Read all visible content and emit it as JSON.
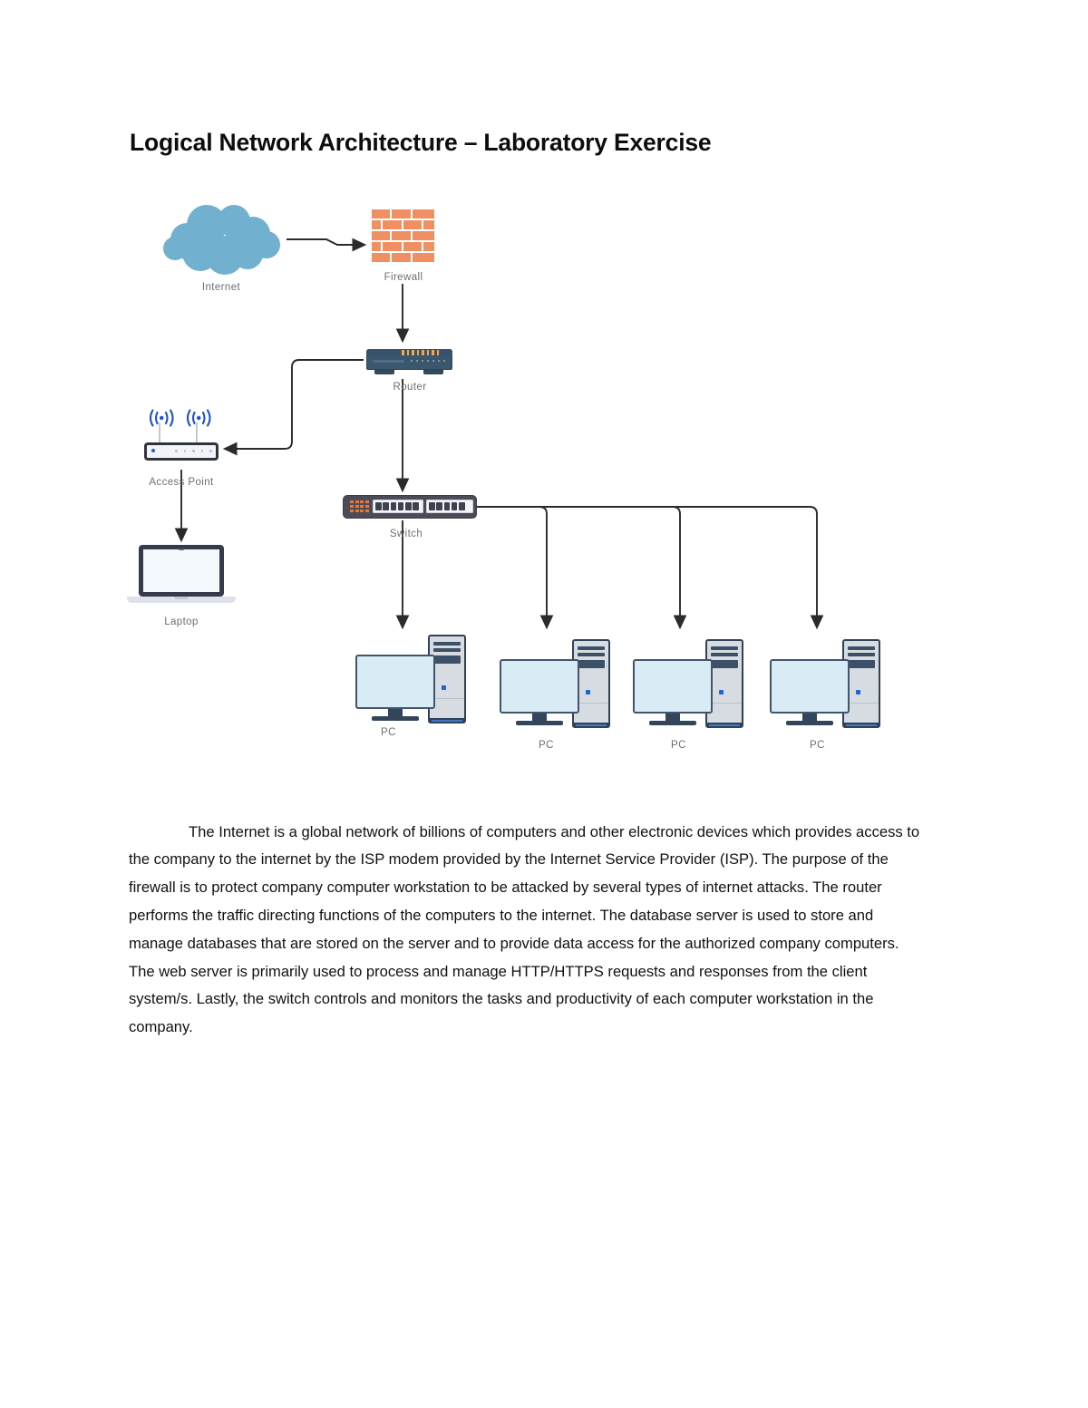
{
  "document": {
    "title": "Logical Network Architecture – Laboratory Exercise",
    "body_paragraph": "The Internet is a global network of billions of computers and other electronic devices which provides access to the company to the internet by the ISP modem provided by the Internet Service Provider (ISP). The purpose of the firewall is to protect company computer workstation to be attacked by several types of internet attacks.  The router performs the traffic directing functions of the computers to the internet.  The database server is used to store and manage databases that are stored on the server and to provide data access for the authorized company computers. The web server is primarily used to process and manage HTTP/HTTPS requests and responses from the client system/s.  Lastly, the switch controls and monitors the tasks and productivity of each computer workstation in the company."
  },
  "diagram": {
    "nodes": {
      "internet": {
        "label": "Internet",
        "icon": "cloud-icon",
        "color": "#72b0cf"
      },
      "firewall": {
        "label": "Firewall",
        "icon": "brick-wall-icon",
        "color": "#ef8f62"
      },
      "router": {
        "label": "Router",
        "icon": "router-icon",
        "color": "#3b576d"
      },
      "access_point": {
        "label": "Access Point",
        "icon": "wireless-access-point-icon",
        "color": "#2f3440"
      },
      "switch": {
        "label": "Switch",
        "icon": "network-switch-icon",
        "color": "#4b4c58"
      },
      "laptop": {
        "label": "Laptop",
        "icon": "laptop-icon",
        "color": "#343b4c"
      },
      "pc1": {
        "label": "PC",
        "icon": "desktop-computer-icon",
        "color": "#41566d"
      },
      "pc2": {
        "label": "PC",
        "icon": "desktop-computer-icon",
        "color": "#41566d"
      },
      "pc3": {
        "label": "PC",
        "icon": "desktop-computer-icon",
        "color": "#41566d"
      },
      "pc4": {
        "label": "PC",
        "icon": "desktop-computer-icon",
        "color": "#41566d"
      }
    },
    "connections": [
      {
        "from": "internet",
        "to": "firewall"
      },
      {
        "from": "firewall",
        "to": "router"
      },
      {
        "from": "router",
        "to": "access_point"
      },
      {
        "from": "router",
        "to": "switch"
      },
      {
        "from": "access_point",
        "to": "laptop"
      },
      {
        "from": "switch",
        "to": "pc1"
      },
      {
        "from": "switch",
        "to": "pc2"
      },
      {
        "from": "switch",
        "to": "pc3"
      },
      {
        "from": "switch",
        "to": "pc4"
      }
    ],
    "line_color": "#333333"
  }
}
